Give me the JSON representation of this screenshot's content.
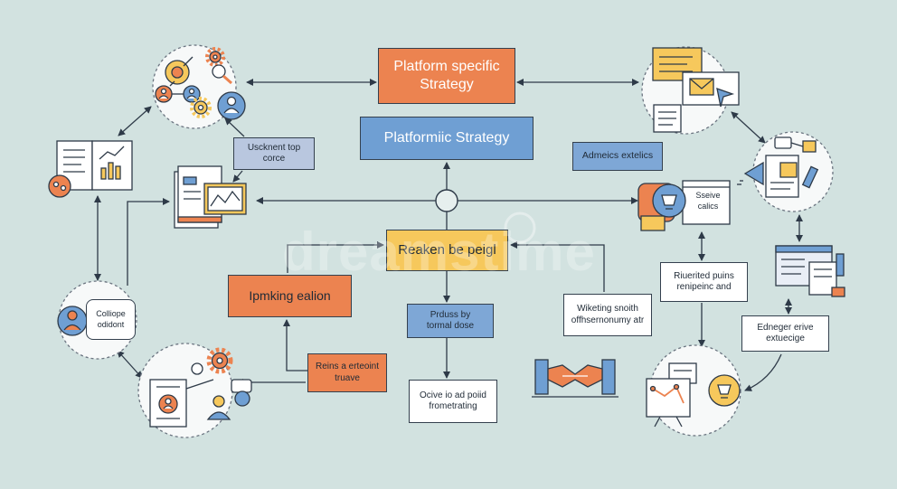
{
  "colors": {
    "background": "#d2e2e0",
    "orange": "#ec8350",
    "blue": "#6f9fd3",
    "light_blue": "#7ea7d6",
    "slate": "#b9c7df",
    "yellow": "#f6c85c",
    "ink": "#2e3a48",
    "white": "#ffffff"
  },
  "watermark": "dreamstime",
  "nodes": {
    "platform_specific": {
      "lines": [
        "Platform specific",
        "Strategy"
      ]
    },
    "platform_strategy": {
      "lines": [
        "Platformiic Strategy"
      ]
    },
    "uscknent": {
      "lines": [
        "Uscknent top",
        "corce"
      ]
    },
    "admeics": {
      "lines": [
        "Admeics extelics"
      ]
    },
    "reaken": {
      "lines": [
        "Reaken be peigl"
      ]
    },
    "ipmking": {
      "lines": [
        "Ipmking ealion"
      ]
    },
    "prduss": {
      "lines": [
        "Prduss by",
        "tormal dose"
      ]
    },
    "reins": {
      "lines": [
        "Reins a erteoint",
        "truave"
      ]
    },
    "ocive": {
      "lines": [
        "Ocive io ad poiid",
        "frometrating"
      ]
    },
    "wiketing": {
      "lines": [
        "Wiketing snoith",
        "offhsernonumy atr"
      ]
    },
    "riuerited": {
      "lines": [
        "Riuerited puins",
        "renipeinc and"
      ]
    },
    "edneger": {
      "lines": [
        "Edneger erive",
        "extuecige"
      ]
    },
    "sseive": {
      "lines": [
        "Sseive",
        "calics"
      ]
    },
    "colliope": {
      "lines": [
        "Colliope",
        "odidont"
      ]
    }
  },
  "icons": {
    "top_left_cluster": [
      "target-icon",
      "gear-icon",
      "team-icon",
      "user-icon",
      "magnifier-icon"
    ],
    "top_right_cluster": [
      "note-icon",
      "envelope-icon",
      "cursor-icon",
      "document-icon"
    ],
    "right_cluster": [
      "megaphone-icon",
      "document-icon",
      "chat-icon",
      "pen-icon"
    ],
    "left_book": [
      "open-book-icon",
      "bar-chart-icon",
      "coin-icon"
    ],
    "chart_document": [
      "document-stack-icon",
      "line-chart-icon"
    ],
    "screen": [
      "badge-icon",
      "cup-icon",
      "monitor-icon"
    ],
    "right_document": [
      "browser-document-icon"
    ],
    "handshake": [
      "handshake-icon"
    ],
    "bottom_left_cluster": [
      "gear-icon",
      "profile-document-icon",
      "person-icon",
      "chat-icon"
    ],
    "bottom_right_cluster": [
      "whiteboard-icon",
      "lightbulb-icon"
    ],
    "left_pill": [
      "person-icon"
    ]
  }
}
